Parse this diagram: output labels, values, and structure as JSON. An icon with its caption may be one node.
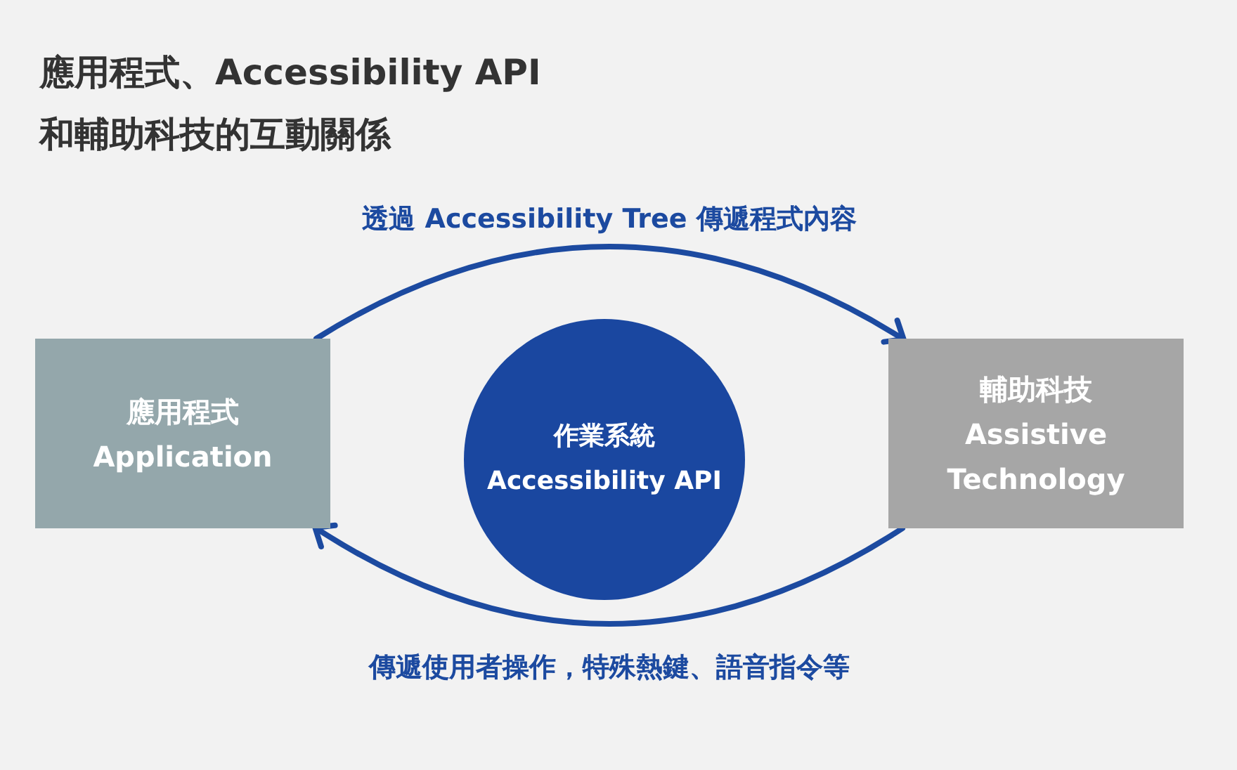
{
  "diagram": {
    "title": "應用程式、Accessibility API 和輔助科技的互動關係",
    "nodes": [
      {
        "text": [
          "應用程式",
          "Application"
        ]
      },
      {
        "text": [
          "作業系統",
          "Accessibility API"
        ]
      },
      {
        "text": [
          "輔助科技",
          "Assistive Technology"
        ]
      }
    ],
    "edges": [
      {
        "from": 0,
        "to": 2,
        "arrow": "to",
        "label": "透過 Accessibility Tree 傳遞程式內容"
      },
      {
        "from": 2,
        "to": 0,
        "arrow": "to",
        "label": "傳遞使用者操作，特殊熱鍵、語音指令等"
      }
    ]
  }
}
